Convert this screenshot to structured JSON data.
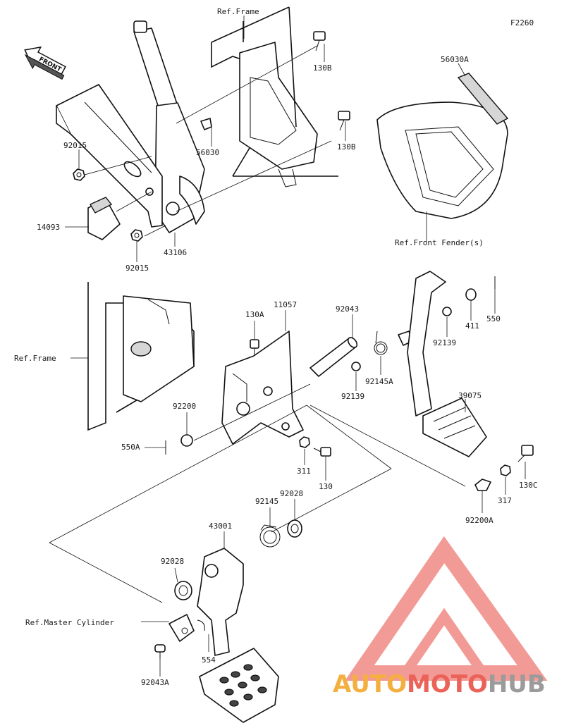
{
  "diagram_code": "F2260",
  "front_label": "FRONT",
  "refs": {
    "frame_top": "Ref.Frame",
    "frame_left": "Ref.Frame",
    "front_fenders": "Ref.Front Fender(s)",
    "master_cylinder": "Ref.Master Cylinder"
  },
  "parts": {
    "p130B_upper": "130B",
    "p130B_lower": "130B",
    "p56030A": "56030A",
    "p56030": "56030",
    "p92015_top": "92015",
    "p14093": "14093",
    "p92015_bottom": "92015",
    "p43106": "43106",
    "p130A": "130A",
    "p11057": "11057",
    "p92043": "92043",
    "p92145A": "92145A",
    "p92139_left": "92139",
    "p92139_right": "92139",
    "p411": "411",
    "p550": "550",
    "p39075": "39075",
    "p92200": "92200",
    "p550A": "550A",
    "p311": "311",
    "p130": "130",
    "p130C": "130C",
    "p317": "317",
    "p92200A": "92200A",
    "p92145": "92145",
    "p92028_upper": "92028",
    "p92028_lower": "92028",
    "p43001": "43001",
    "p554": "554",
    "p92043A": "92043A"
  },
  "watermark": {
    "part1": "AUTO",
    "part2": "MOTO",
    "part3": "HUB",
    "color_red": "#e8473c",
    "color_orange": "#f2a31f",
    "color_gray": "#8a8a8a"
  }
}
